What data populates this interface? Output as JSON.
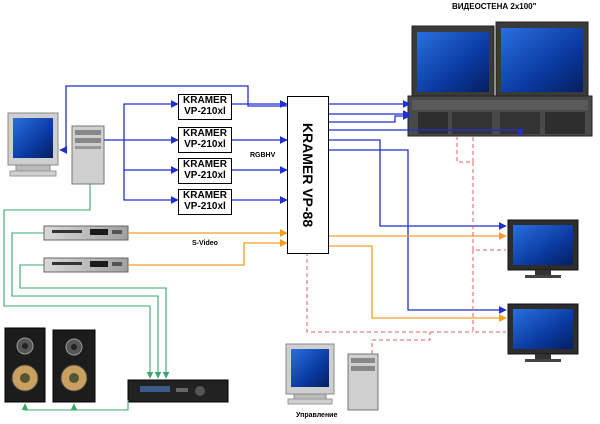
{
  "title": "ВИДЕОСТЕНА 2x100\"",
  "scaler_label": "KRAMER VP-88",
  "converters": [
    {
      "line1": "KRAMER",
      "line2": "VP-210xl"
    },
    {
      "line1": "KRAMER",
      "line2": "VP-210xl"
    },
    {
      "line1": "KRAMER",
      "line2": "VP-210xl"
    },
    {
      "line1": "KRAMER",
      "line2": "VP-210xl"
    }
  ],
  "signal_labels": {
    "rgbhv": "RGBHV",
    "svideo": "S-Video"
  },
  "control_label": "Управление",
  "colors": {
    "blue_line": "#1f2fd0",
    "orange_line": "#f0a020",
    "green_line": "#3aa86a",
    "red_dashed": "#e06060"
  }
}
